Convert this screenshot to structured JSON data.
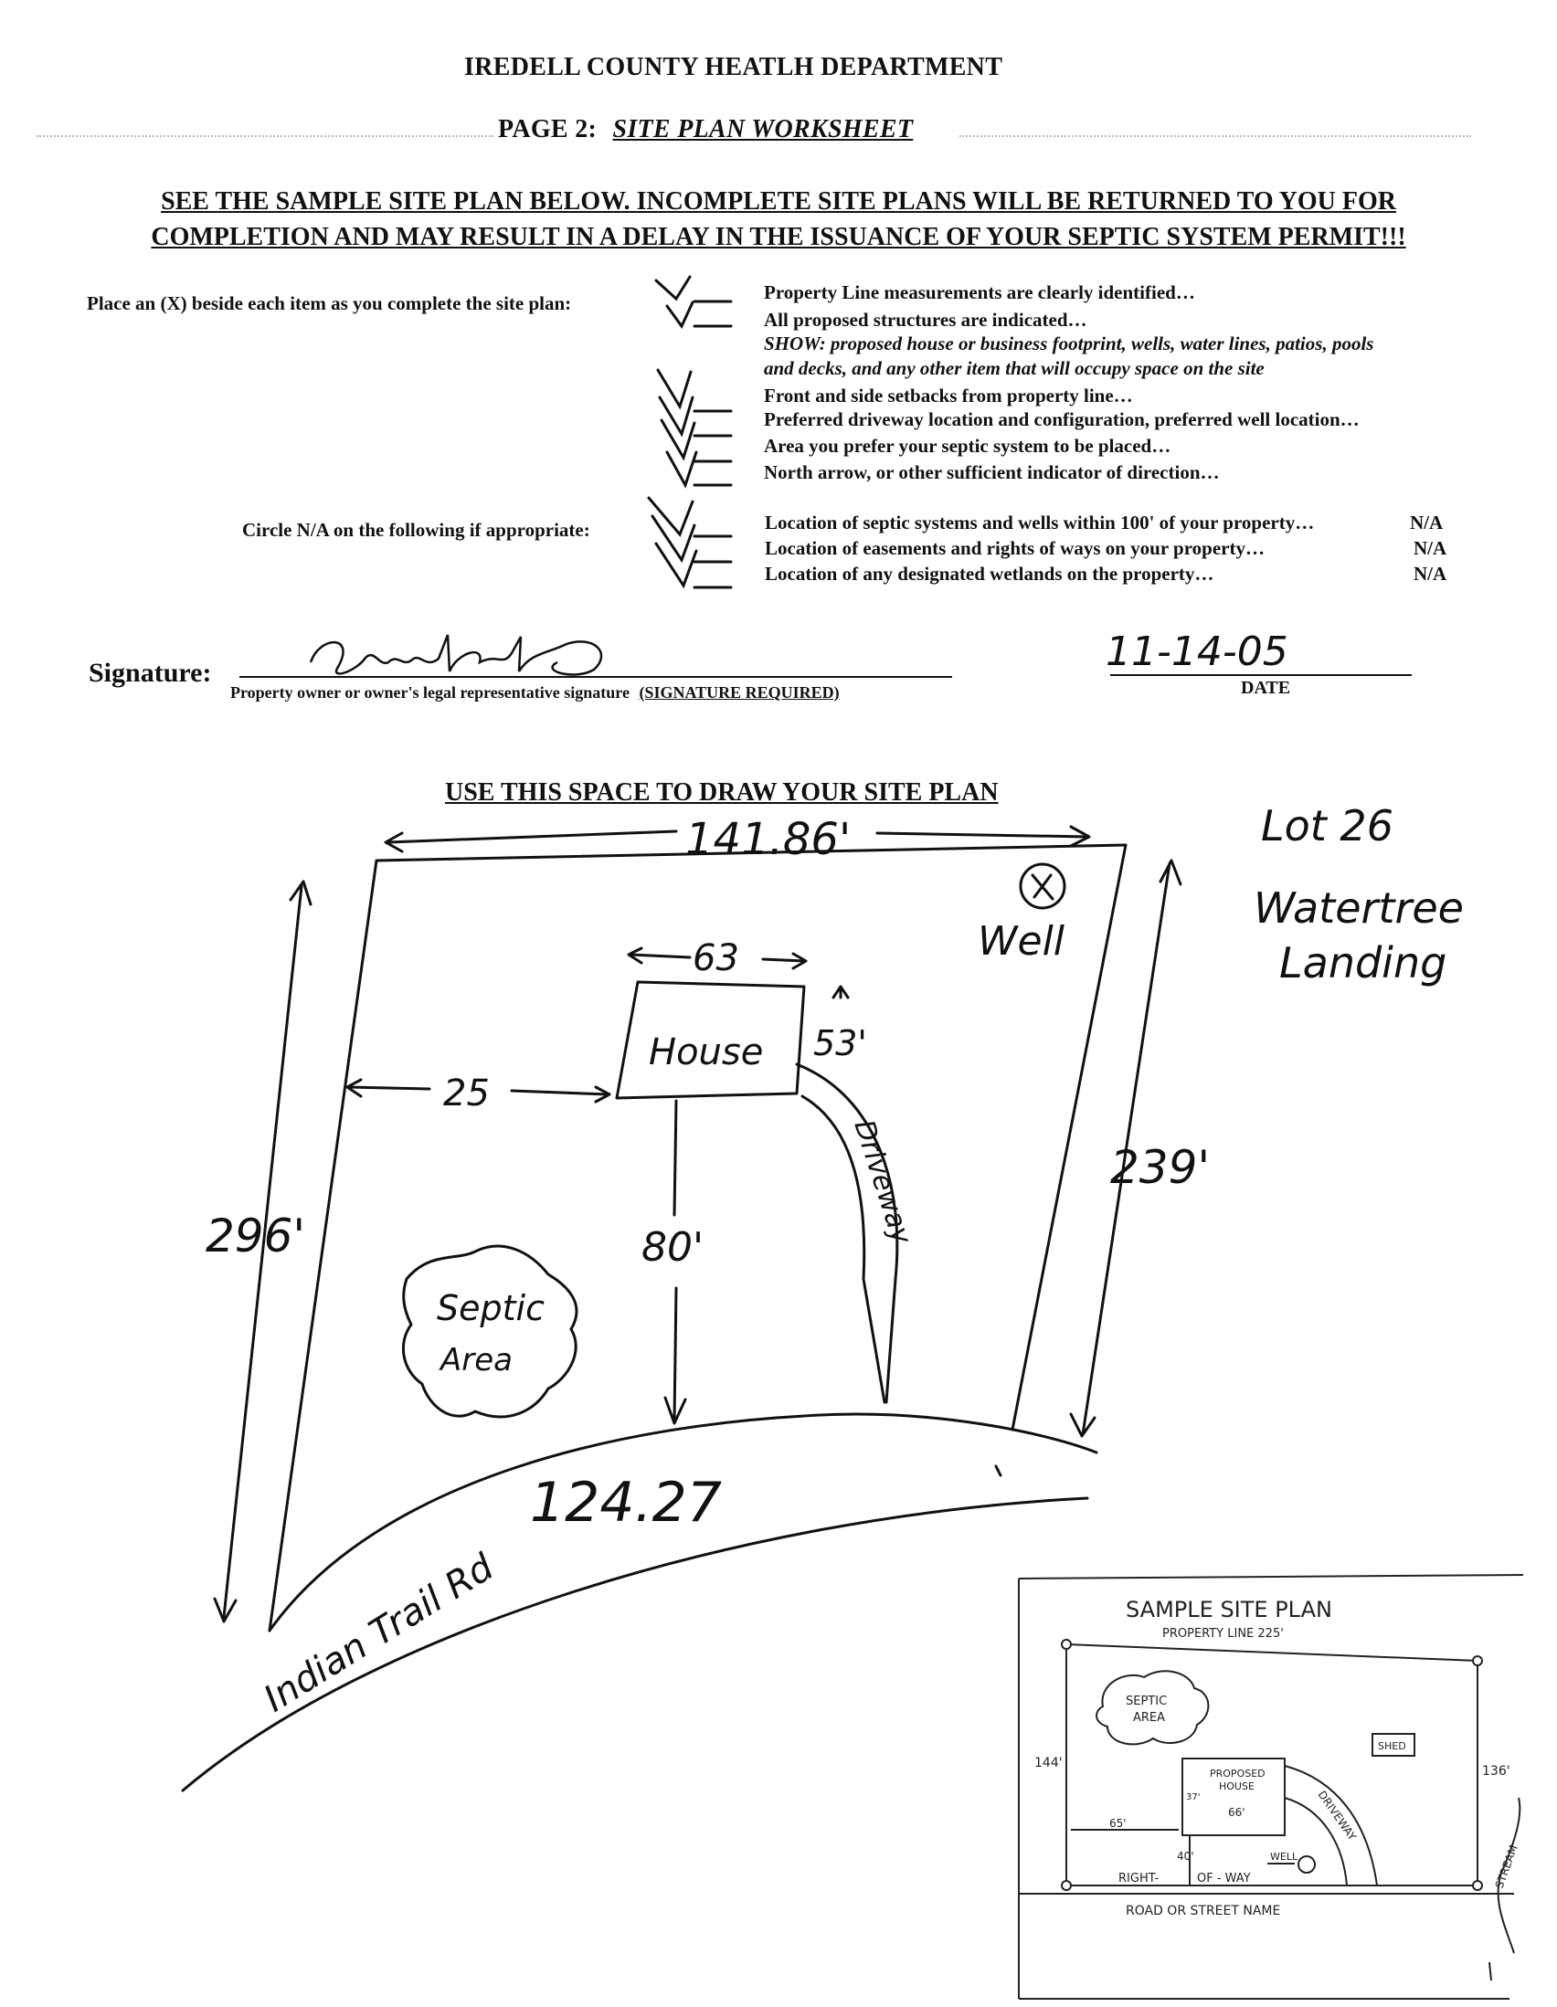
{
  "header": {
    "title": "IREDELL COUNTY HEATLH DEPARTMENT",
    "page_label": "PAGE 2:",
    "page_name": "SITE PLAN WORKSHEET"
  },
  "warning": {
    "line1": "SEE THE SAMPLE SITE PLAN BELOW.  INCOMPLETE SITE PLANS WILL BE RETURNED TO YOU FOR",
    "line2": "COMPLETION AND MAY RESULT IN A DELAY IN THE ISSUANCE OF YOUR SEPTIC SYSTEM PERMIT!!!"
  },
  "checklist": {
    "instruction": "Place an (X) beside each item as you complete the site plan:",
    "items": [
      "Property Line measurements are clearly identified…",
      "All proposed structures are indicated…",
      "SHOW: proposed house or business footprint, wells, water lines, patios, pools",
      "and decks, and any other item that will occupy space on the site",
      "Front and side setbacks from property line…",
      "Preferred driveway location and configuration, preferred well location…",
      "Area you prefer your septic system to be placed…",
      "North arrow, or other sufficient indicator of direction…"
    ],
    "na_instruction": "Circle N/A on the following if appropriate:",
    "na_items": [
      {
        "text": "Location of septic systems and wells within 100' of your property…",
        "na": "N/A"
      },
      {
        "text": "Location of easements and rights of ways on your property…",
        "na": "N/A"
      },
      {
        "text": "Location of any designated wetlands on the property…",
        "na": "N/A"
      }
    ]
  },
  "signature": {
    "label": "Signature:",
    "caption": "Property owner or owner's legal representative signature",
    "required": "(SIGNATURE REQUIRED)",
    "date_value": "11-14-05",
    "date_label": "DATE"
  },
  "drawing": {
    "heading": "USE THIS SPACE TO DRAW YOUR SITE PLAN",
    "top_width": "141.86'",
    "lot_line1": "Lot 26",
    "lot_line2": "Watertree",
    "lot_line3": "Landing",
    "well": "Well",
    "house": "House",
    "house_width": "63",
    "house_depth": "53'",
    "side_setback": "25",
    "front_setback": "80'",
    "left_side": "296'",
    "right_side": "239'",
    "driveway": "Driveway",
    "septic_line1": "Septic",
    "septic_line2": "Area",
    "road_frontage": "124.27",
    "road_name": "Indian Trail Rd"
  },
  "sample": {
    "title": "SAMPLE SITE PLAN",
    "property_line": "PROPERTY LINE 225'",
    "septic_line1": "SEPTIC",
    "septic_line2": "AREA",
    "shed": "SHED",
    "left_side": "144'",
    "right_side": "136'",
    "house_line1": "PROPOSED",
    "house_line2": "HOUSE",
    "house_depth": "37'",
    "house_width": "66'",
    "side_setback": "65'",
    "front_setback": "40'",
    "driveway": "DRIVEWAY",
    "well": "WELL",
    "row_left": "RIGHT-",
    "row_right": "OF - WAY",
    "road": "ROAD OR STREET NAME",
    "stream": "STREAM"
  }
}
